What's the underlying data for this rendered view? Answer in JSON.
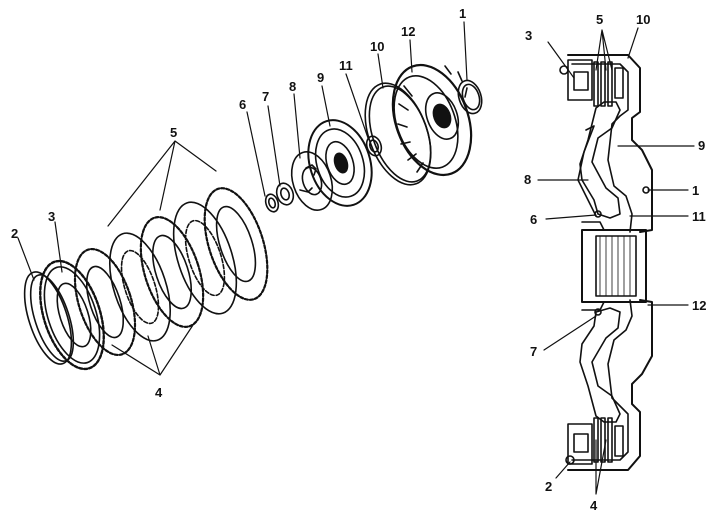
{
  "exploded_view": {
    "callouts": {
      "c1": "1",
      "c2": "2",
      "c3": "3",
      "c5": "5",
      "c6": "6",
      "c7": "7",
      "c8": "8",
      "c9": "9",
      "c10": "10",
      "c11": "11",
      "c12": "12",
      "c4": "4"
    }
  },
  "section_view": {
    "callouts": {
      "c3": "3",
      "c5": "5",
      "c10": "10",
      "c9": "9",
      "c8": "8",
      "c1": "1",
      "c6": "6",
      "c11": "11",
      "c12": "12",
      "c7": "7",
      "c2": "2",
      "c4": "4"
    }
  },
  "colors": {
    "ink": "#111111",
    "paper": "#ffffff"
  }
}
